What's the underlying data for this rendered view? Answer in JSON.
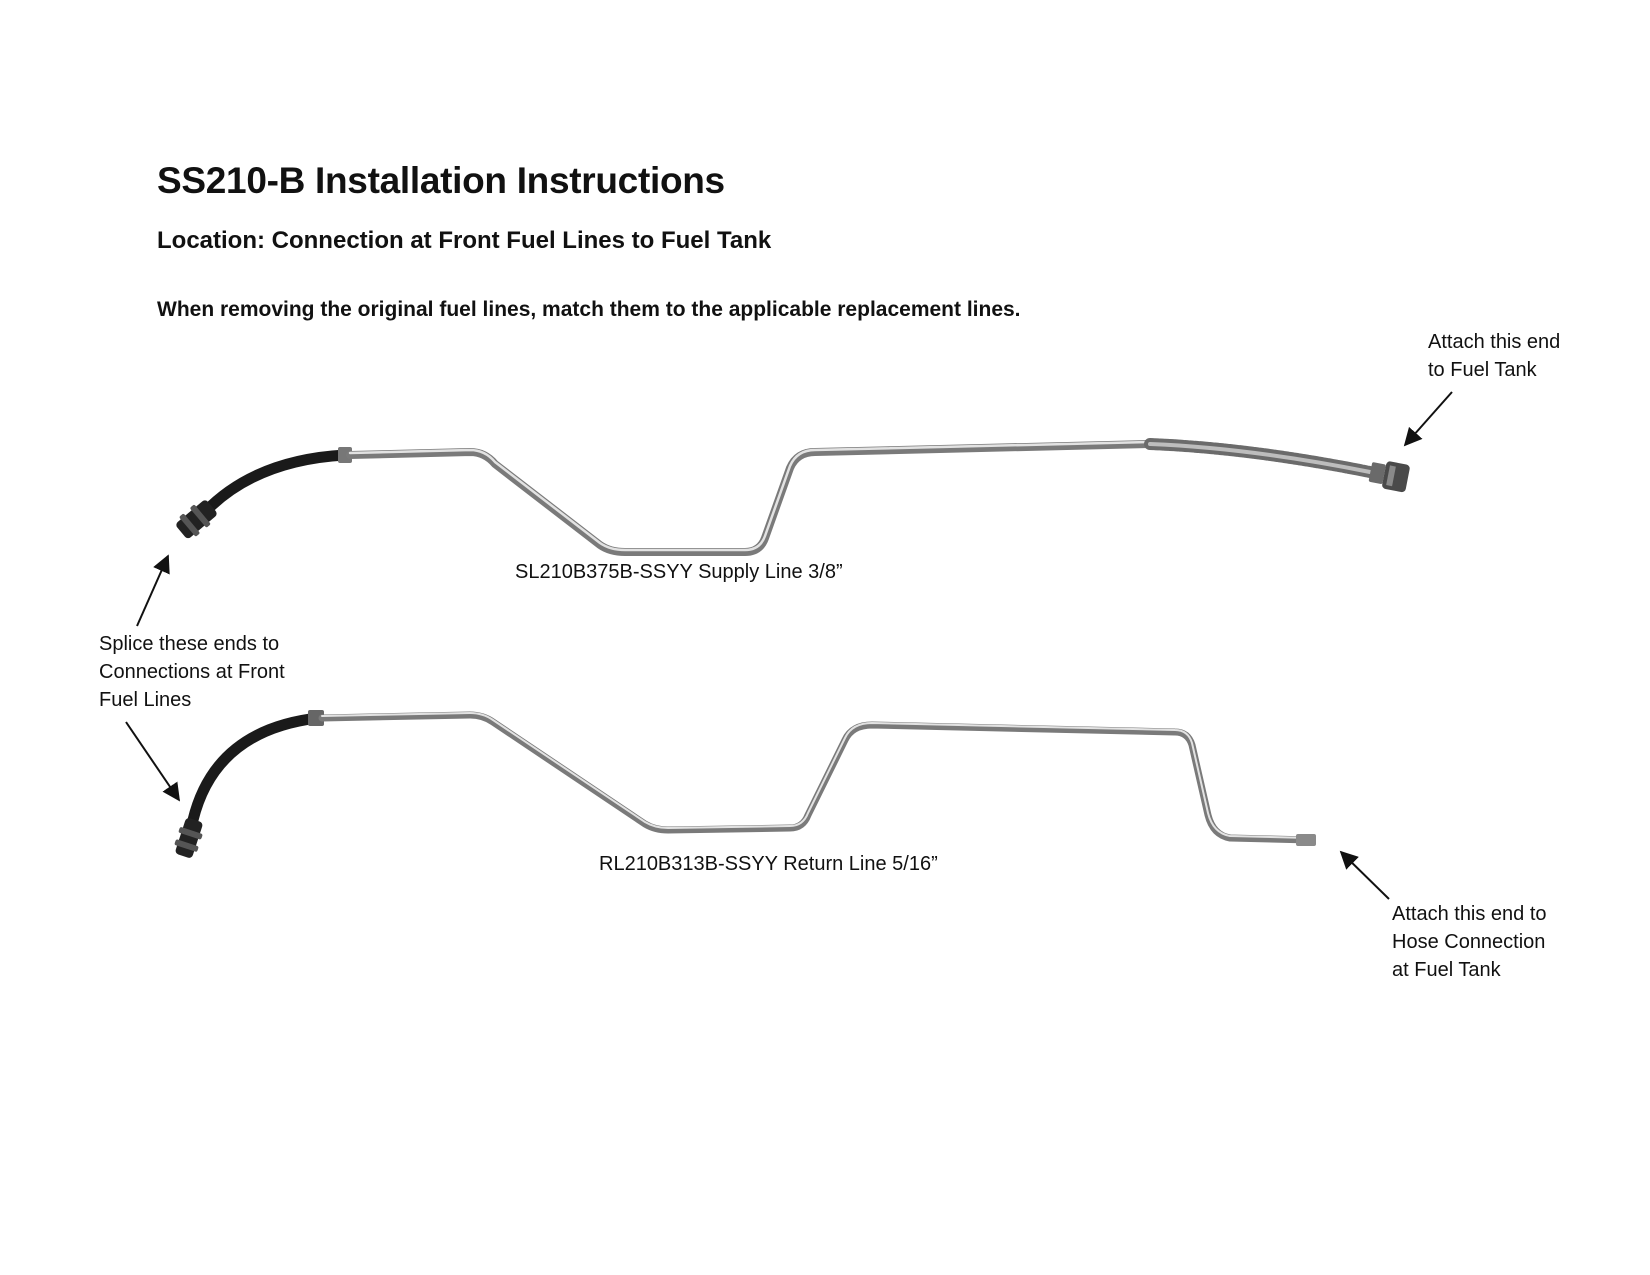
{
  "document": {
    "title": "SS210-B Installation Instructions",
    "location": "Location: Connection at Front Fuel Lines to Fuel Tank",
    "instruction": "When removing the original fuel lines, match them to the applicable replacement lines."
  },
  "callouts": {
    "tank_end": [
      "Attach this end",
      "to Fuel Tank"
    ],
    "splice_ends": [
      "Splice these ends to",
      "Connections at Front",
      "Fuel Lines"
    ],
    "hose_end": [
      "Attach this end to",
      "Hose Connection",
      "at Fuel Tank"
    ]
  },
  "lines": {
    "supply": {
      "label": "SL210B375B-SSYY Supply Line 3/8”"
    },
    "return": {
      "label": "RL210B313B-SSYY Return Line 5/16”"
    }
  },
  "colors": {
    "text": "#111111",
    "steel_dark": "#7a7a7a",
    "steel_light": "#e2e2e2",
    "hose": "#1a1a1a",
    "arrow": "#111111"
  }
}
